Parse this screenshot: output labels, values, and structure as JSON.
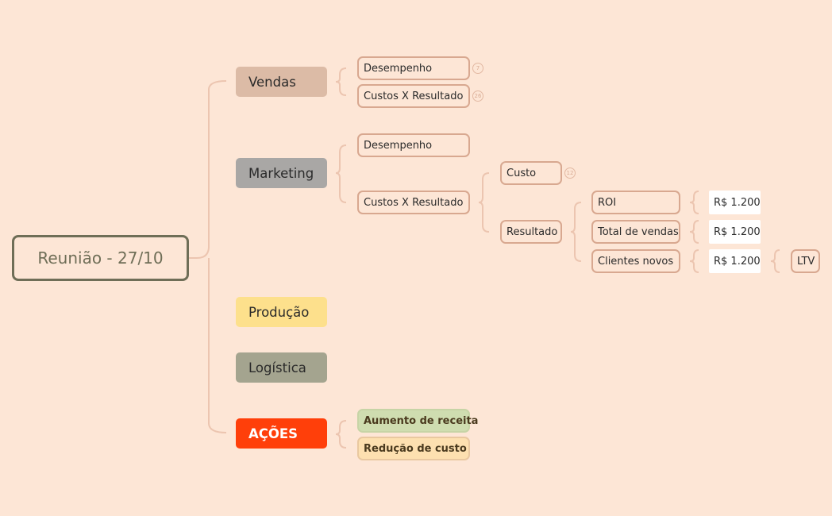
{
  "root": {
    "label": "Reunião - 27/10"
  },
  "topics": {
    "vendas": {
      "label": "Vendas"
    },
    "marketing": {
      "label": "Marketing"
    },
    "producao": {
      "label": "Produção"
    },
    "logistica": {
      "label": "Logística"
    },
    "acoes": {
      "label": "AÇÕES"
    }
  },
  "vendas": {
    "desempenho": {
      "label": "Desempenho",
      "badge": "7"
    },
    "custos": {
      "label": "Custos X Resultado",
      "badge": "26"
    }
  },
  "marketing": {
    "desempenho": {
      "label": "Desempenho"
    },
    "custos": {
      "label": "Custos X Resultado"
    },
    "custo": {
      "label": "Custo",
      "badge": "12"
    },
    "resultado": {
      "label": "Resultado"
    },
    "roi": {
      "label": "ROI",
      "value": "R$ 1.200"
    },
    "total_vendas": {
      "label": "Total de vendas",
      "value": "R$ 1.200"
    },
    "clientes_novos": {
      "label": "Clientes novos",
      "value": "R$ 1.200"
    },
    "ltv": {
      "label": "LTV"
    }
  },
  "acoes": {
    "aumento": {
      "label": "Aumento de receita"
    },
    "reducao": {
      "label": "Redução de custo"
    }
  },
  "colors": {
    "background": "#fde6d6",
    "connector": "#ecc5b0",
    "vendas": "#dcbba6",
    "marketing": "#a9a7a5",
    "producao": "#fde08c",
    "logistica": "#a4a48f",
    "acoes": "#ff3f0a",
    "aumento": "#cfddb0",
    "reducao": "#fde0b0"
  }
}
